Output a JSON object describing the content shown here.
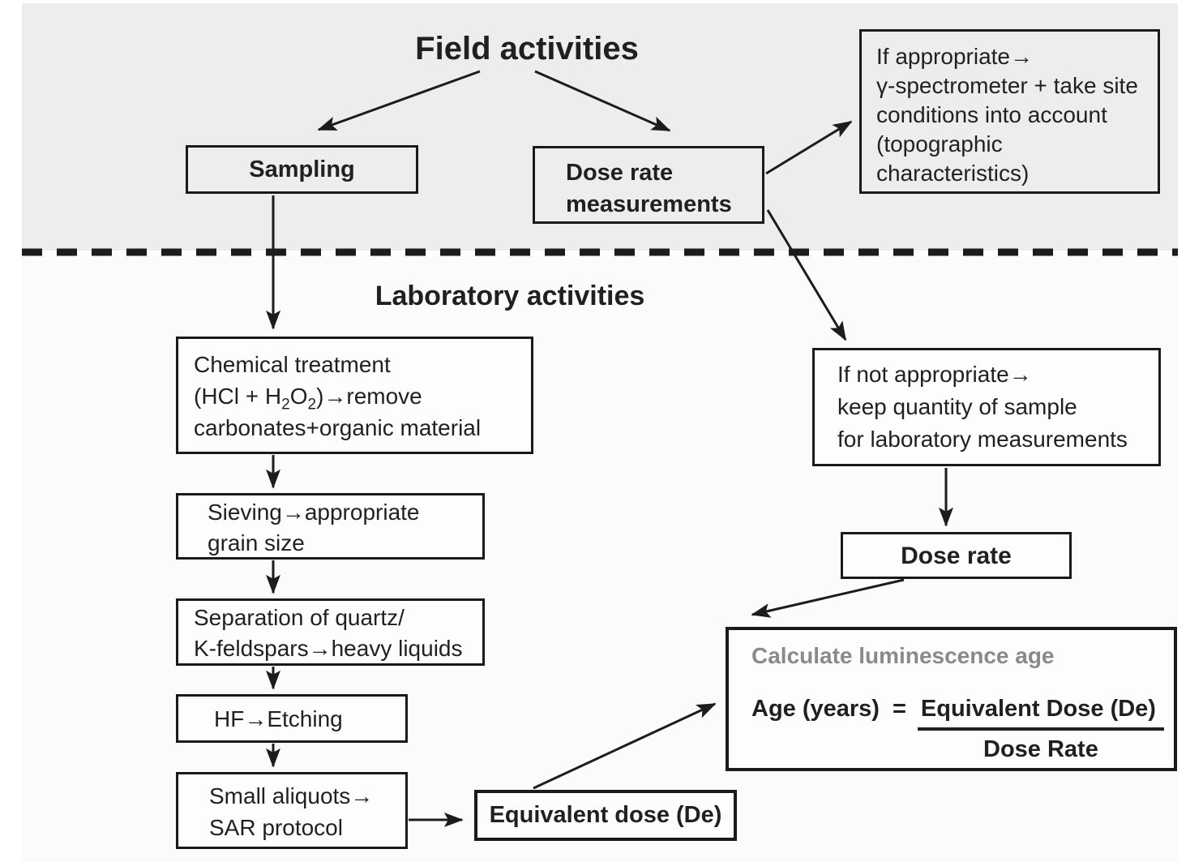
{
  "colors": {
    "band_background": "#ededed",
    "page_background": "#ffffff",
    "box_border": "#1a1a1a",
    "text": "#221f20",
    "muted_box_title": "#8a8a8a"
  },
  "sections": {
    "field": {
      "title": "Field activities"
    },
    "laboratory": {
      "title": "Laboratory activities"
    }
  },
  "nodes": {
    "sampling": {
      "label": "Sampling"
    },
    "dose_rate_measurements": {
      "lines": [
        "Dose rate",
        "measurements"
      ]
    },
    "if_appropriate": {
      "lines": [
        "If appropriate→",
        "γ-spectrometer + take site",
        "conditions into account",
        "(topographic",
        "characteristics)"
      ]
    },
    "chemical_treatment": {
      "line1": "Chemical treatment",
      "formula_prefix": "(HCl + H",
      "formula_sub1": "2",
      "formula_mid": "O",
      "formula_sub2": "2",
      "formula_suffix": ")→remove",
      "line3": "carbonates+organic material"
    },
    "sieving": {
      "lines": [
        "Sieving→appropriate",
        "grain size"
      ]
    },
    "separation": {
      "lines": [
        "Separation of quartz/",
        "K-feldspars→heavy liquids"
      ]
    },
    "hf_etching": {
      "label": "HF→Etching"
    },
    "small_aliquots": {
      "lines": [
        "Small aliquots→",
        "SAR protocol"
      ]
    },
    "equivalent_dose": {
      "label": "Equivalent dose (De)"
    },
    "if_not_appropriate": {
      "lines": [
        "If not appropriate→",
        "keep quantity of sample",
        "for laboratory measurements"
      ]
    },
    "dose_rate": {
      "label": "Dose rate"
    },
    "calculate": {
      "title": "Calculate luminescence age",
      "age_label": "Age (years)",
      "equals": "=",
      "numerator": "Equivalent Dose (De)",
      "denominator": "Dose Rate"
    }
  }
}
